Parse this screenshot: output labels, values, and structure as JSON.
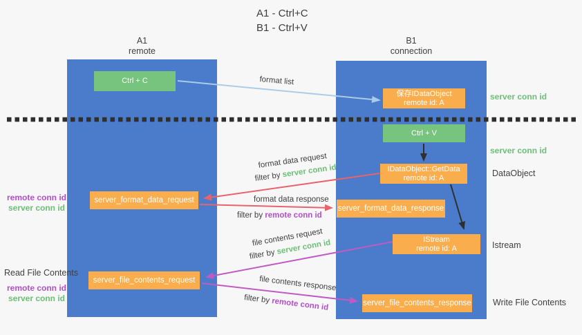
{
  "title": {
    "line1": "A1 - Ctrl+C",
    "line2": "B1 - Ctrl+V"
  },
  "lanes": {
    "left": {
      "title": "A1",
      "subtitle": "remote"
    },
    "right": {
      "title": "B1",
      "subtitle": "connection"
    }
  },
  "nodes": {
    "ctrl_c": {
      "label": "Ctrl + C"
    },
    "save_idataobject": {
      "line1": "保存IDataObject",
      "line2": "remote id: A"
    },
    "ctrl_v": {
      "label": "Ctrl + V"
    },
    "getdata": {
      "line1": "IDataObject::GetData",
      "line2": "remote id: A"
    },
    "format_request": {
      "label": "server_format_data_request"
    },
    "format_response": {
      "label": "server_format_data_response"
    },
    "istream": {
      "line1": "IStream",
      "line2": "remote id: A"
    },
    "file_request": {
      "label": "server_file_contents_request"
    },
    "file_response": {
      "label": "server_file_contents_response"
    }
  },
  "arrows": {
    "format_list": {
      "label": "format list"
    },
    "format_data_request": {
      "label": "format data request",
      "filter_prefix": "filter by ",
      "filter_value": "server conn id"
    },
    "format_data_response": {
      "label": "format data response",
      "filter_prefix": "filter by ",
      "filter_value": "remote conn id"
    },
    "file_contents_request": {
      "label": "file contents request",
      "filter_prefix": "filter by ",
      "filter_value": "server conn id"
    },
    "file_contents_response": {
      "label": "file contents response",
      "filter_prefix": "filter by ",
      "filter_value": "remote conn id"
    }
  },
  "annotations": {
    "left_top": {
      "remote_id": "remote conn id",
      "server_id": "server conn id"
    },
    "read_file_contents": "Read File Contents",
    "left_bottom": {
      "remote_id": "remote conn id",
      "server_id": "server conn id"
    },
    "right": {
      "server_conn_top": "server conn id",
      "server_conn_mid": "server conn id",
      "dataobject": "DataObject",
      "istream": "Istream",
      "write_file_contents": "Write File Contents"
    }
  },
  "colors": {
    "background": "#f7f7f7",
    "lane_blue": "#4a7ccb",
    "node_orange": "#f9ad4d",
    "node_green": "#77c47e",
    "arrow_light_blue": "#a9cce8",
    "arrow_red": "#e8636b",
    "arrow_magenta": "#bf5bc3",
    "arrow_black": "#2f2f2f",
    "label_green": "#6cbf77",
    "label_purple": "#b24fc8",
    "text_dark": "#3f3f3f"
  }
}
